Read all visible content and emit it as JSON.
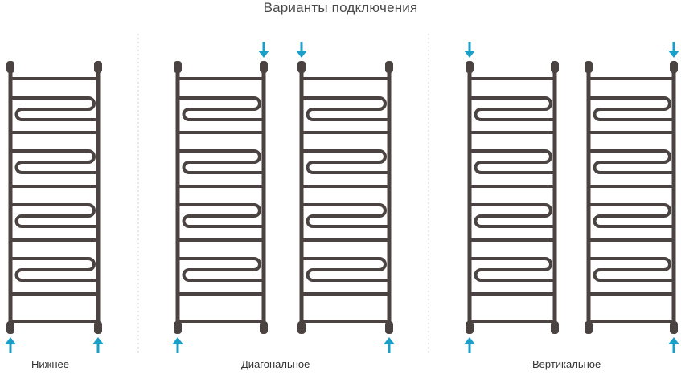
{
  "title": "Варианты подключения",
  "colors": {
    "rail": "#4a4342",
    "arrow": "#1a9fc9",
    "divider": "#cfcfcf",
    "text": "#333333"
  },
  "groups": [
    {
      "caption": "Нижнее"
    },
    {
      "caption": "Диагональное"
    },
    {
      "caption": "Вертикальное"
    }
  ]
}
